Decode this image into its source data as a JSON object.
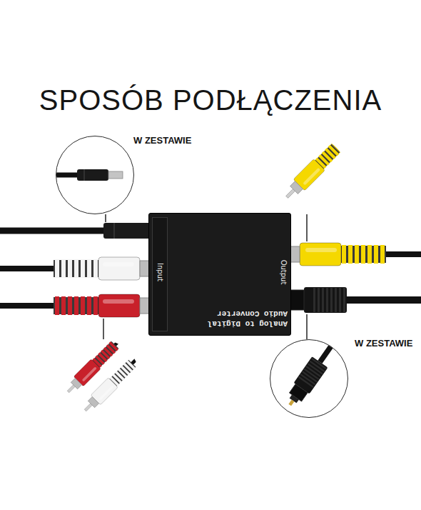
{
  "diagram": {
    "title": "SPOSÓB PODŁĄCZENIA",
    "nodes": [
      {
        "text": [
          "Input",
          "Output",
          "Analog to Digital Audio Converter"
        ]
      },
      {
        "text": [
          "W ZESTAWIE"
        ]
      },
      {
        "text": [
          "W ZESTAWIE"
        ]
      }
    ]
  }
}
